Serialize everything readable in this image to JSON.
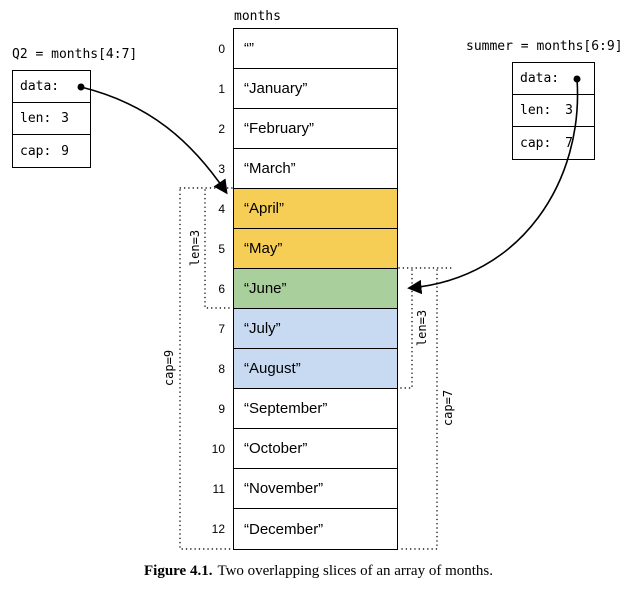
{
  "colors": {
    "yellow": "#f6ce55",
    "green": "#a9cf9c",
    "blue": "#c8daf2",
    "white": "#ffffff",
    "line": "#000000"
  },
  "array": {
    "title": "months",
    "cells": [
      {
        "index": "0",
        "value": "“”"
      },
      {
        "index": "1",
        "value": "“January”"
      },
      {
        "index": "2",
        "value": "“February”"
      },
      {
        "index": "3",
        "value": "“March”"
      },
      {
        "index": "4",
        "value": "“April”",
        "highlight": "yellow"
      },
      {
        "index": "5",
        "value": "“May”",
        "highlight": "yellow"
      },
      {
        "index": "6",
        "value": "“June”",
        "highlight": "green"
      },
      {
        "index": "7",
        "value": "“July”",
        "highlight": "blue"
      },
      {
        "index": "8",
        "value": "“August”",
        "highlight": "blue"
      },
      {
        "index": "9",
        "value": "“September”"
      },
      {
        "index": "10",
        "value": "“October”"
      },
      {
        "index": "11",
        "value": "“November”"
      },
      {
        "index": "12",
        "value": "“December”"
      }
    ]
  },
  "q2": {
    "title": "Q2 = months[4:7]",
    "rows": [
      {
        "label": "data:",
        "value": ""
      },
      {
        "label": "len:",
        "value": "3"
      },
      {
        "label": "cap:",
        "value": "9"
      }
    ]
  },
  "summer": {
    "title": "summer = months[6:9]",
    "rows": [
      {
        "label": "data:",
        "value": ""
      },
      {
        "label": "len:",
        "value": "3"
      },
      {
        "label": "cap:",
        "value": "7"
      }
    ]
  },
  "brackets": {
    "left_len": "len=3",
    "left_cap": "cap=9",
    "right_len": "len=3",
    "right_cap": "cap=7"
  },
  "caption": {
    "label": "Figure 4.1.",
    "text": "Two overlapping slices of an array of months."
  }
}
